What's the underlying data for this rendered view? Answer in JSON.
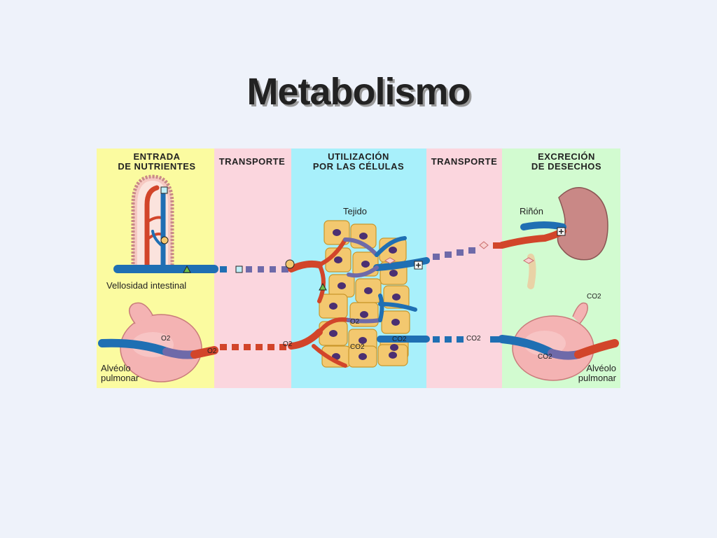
{
  "title": "Metabolismo",
  "panels": {
    "entrada": {
      "line1": "ENTRADA",
      "line2": "DE NUTRIENTES"
    },
    "transporte_left": {
      "label": "TRANSPORTE"
    },
    "utilizacion": {
      "line1": "UTILIZACIÓN",
      "line2": "POR LAS CÉLULAS"
    },
    "transporte_right": {
      "label": "TRANSPORTE"
    },
    "excrecion": {
      "line1": "EXCRECIÓN",
      "line2": "DE DESECHOS"
    }
  },
  "labels": {
    "vellosidad": "Vellosidad intestinal",
    "alveolo_left_1": "Alvéolo",
    "alveolo_left_2": "pulmonar",
    "tejido": "Tejido",
    "rinon": "Riñón",
    "alveolo_right_1": "Alvéolo",
    "alveolo_right_2": "pulmonar"
  },
  "gases": {
    "o2_lung": "O2",
    "o2_vessel": "O2",
    "o2_transport": "O2",
    "o2_tissue": "O2",
    "co2_tissue": "CO2",
    "co2_vessel": "CO2",
    "co2_transport": "CO2",
    "co2_lung": "CO2",
    "co2_out": "CO2"
  },
  "colors": {
    "panel_yellow": "#fbfba0",
    "panel_pink": "#fbd6de",
    "panel_cyan": "#a8f0fb",
    "panel_green": "#d2fbd0",
    "artery_red": "#d2452a",
    "vein_blue": "#1f6fb3",
    "background": "#eef2fa"
  },
  "icons": [
    "square-nutrient-icon",
    "circle-nutrient-icon",
    "triangle-nutrient-icon",
    "plus-waste-icon",
    "diamond-waste-icon"
  ]
}
